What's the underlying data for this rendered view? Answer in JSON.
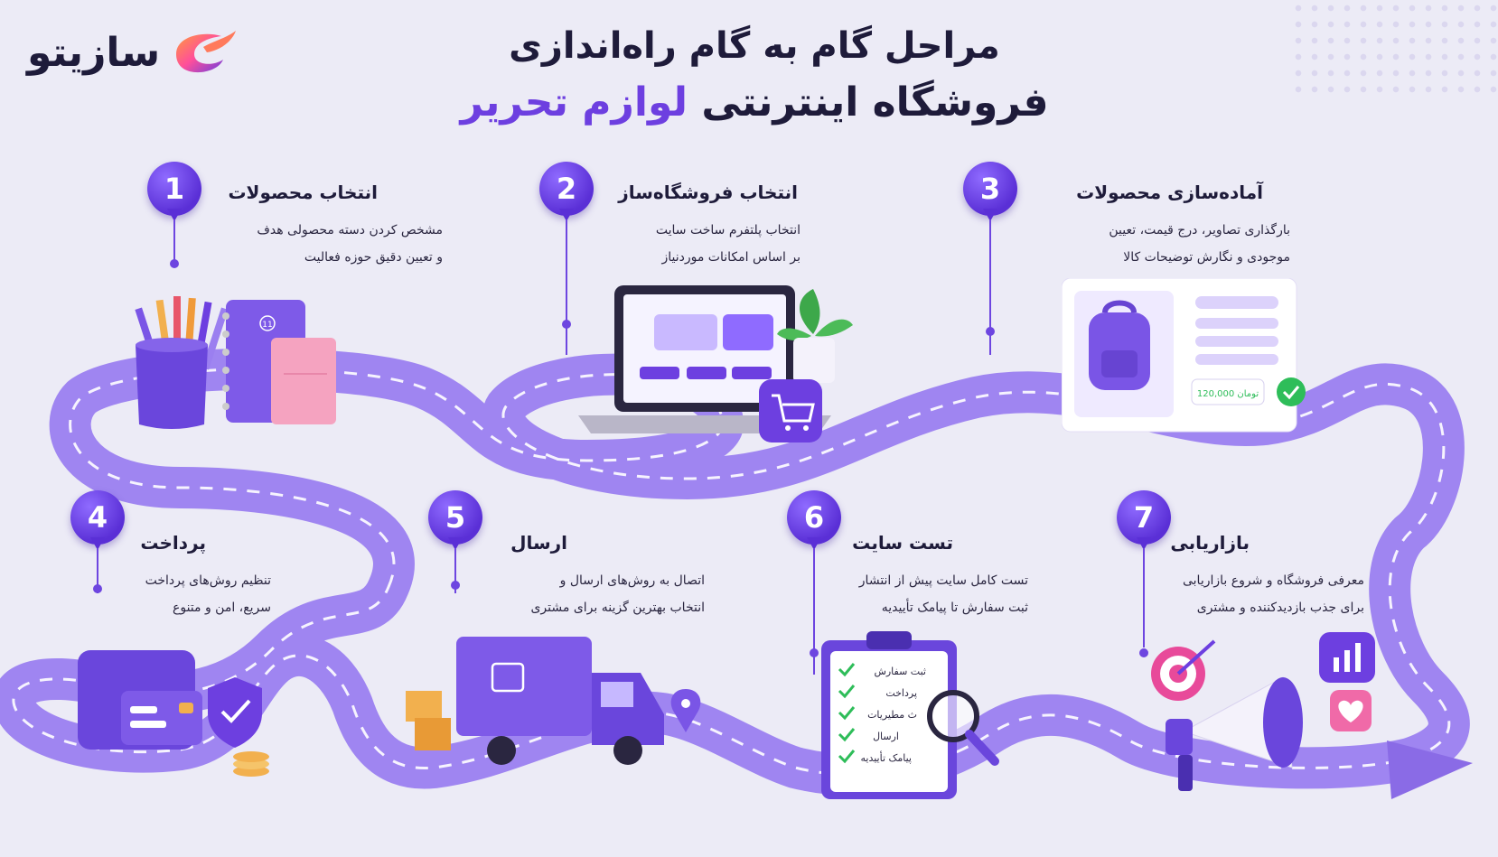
{
  "brand": {
    "logo_text": "سازیتو"
  },
  "title": {
    "line1": "مراحل گام به گام راه‌اندازی",
    "line2_main": "فروشگاه اینترنتی",
    "line2_accent": "لوازم تحریر"
  },
  "steps": [
    {
      "num": "1",
      "title": "انتخاب محصولات",
      "desc1": "مشخص کردن دسته محصولی هدف",
      "desc2": "و تعیین دقیق حوزه فعالیت"
    },
    {
      "num": "2",
      "title": "انتخاب فروشگاه‌ساز",
      "desc1": "انتخاب پلتفرم ساخت سایت",
      "desc2": "بر اساس امکانات موردنیاز"
    },
    {
      "num": "3",
      "title": "آماده‌سازی محصولات",
      "desc1": "بارگذاری تصاویر، درج قیمت، تعیین",
      "desc2": "موجودی و نگارش توضیحات کالا"
    },
    {
      "num": "4",
      "title": "پرداخت",
      "desc1": "تنظیم روش‌های پرداخت",
      "desc2": "سریع، امن و متنوع"
    },
    {
      "num": "5",
      "title": "ارسال",
      "desc1": "اتصال به روش‌های ارسال و",
      "desc2": "انتخاب بهترین گزینه برای مشتری"
    },
    {
      "num": "6",
      "title": "تست سایت",
      "desc1": "تست کامل سایت پیش از انتشار",
      "desc2": "ثبت سفارش تا پیامک تأییدیه"
    },
    {
      "num": "7",
      "title": "بازاریابی",
      "desc1": "معرفی فروشگاه و شروع بازاریابی",
      "desc2": "برای جذب بازدیدکننده و مشتری"
    }
  ],
  "product_card": {
    "price": "120,000 تومان"
  },
  "checklist": [
    "ثبت سفارش",
    "پرداخت",
    "ث مطیریات",
    "ارسال",
    "پیامک تأییدیه"
  ],
  "notebook_number": "11",
  "colors": {
    "accent": "#6d3fe0",
    "road": "#9b7ff0",
    "road_dark": "#8a6be6",
    "pink": "#f5a3c0",
    "green": "#2ebd59",
    "orange": "#f2b04e"
  }
}
